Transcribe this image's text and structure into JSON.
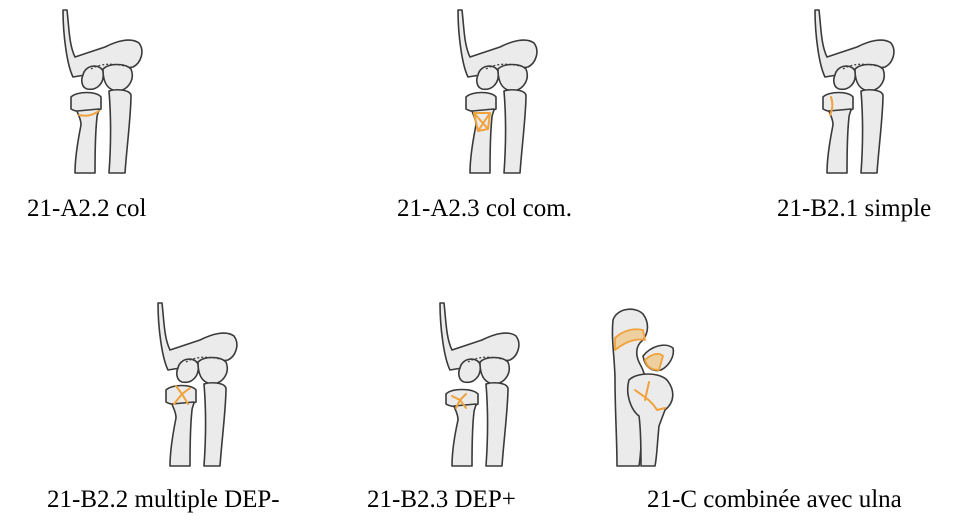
{
  "panels": [
    {
      "caption": "21-A2.2 col",
      "fracture": "neck-simple"
    },
    {
      "caption": "21-A2.3 col com.",
      "fracture": "neck-comminuted"
    },
    {
      "caption": "21-B2.1 simple",
      "fracture": "head-simple"
    },
    {
      "caption": "21-B2.2 multiple DEP-",
      "fracture": "head-multiple"
    },
    {
      "caption": "21-B2.3 DEP+",
      "fracture": "head-displaced"
    },
    {
      "caption": "21-C combinée avec ulna",
      "fracture": "combined-ulna"
    }
  ],
  "colors": {
    "fracture": "#f0a23c",
    "bone_fill": "#ebebeb",
    "outline": "#3a3a3a"
  }
}
